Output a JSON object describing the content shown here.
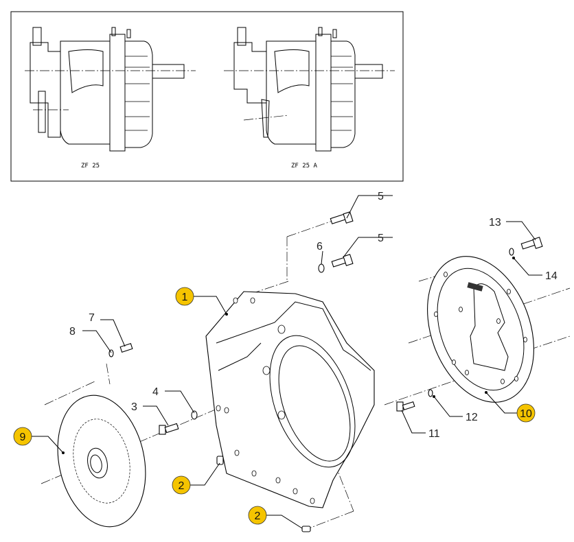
{
  "inset": {
    "variants": [
      {
        "label": "ZF 25"
      },
      {
        "label": "ZF 25 A"
      }
    ]
  },
  "callouts": {
    "c1": {
      "label": "1",
      "highlight": true
    },
    "c2a": {
      "label": "2",
      "highlight": true
    },
    "c2b": {
      "label": "2",
      "highlight": true
    },
    "c3": {
      "label": "3",
      "highlight": false
    },
    "c4": {
      "label": "4",
      "highlight": false
    },
    "c5a": {
      "label": "5",
      "highlight": false
    },
    "c5b": {
      "label": "5",
      "highlight": false
    },
    "c6": {
      "label": "6",
      "highlight": false
    },
    "c7": {
      "label": "7",
      "highlight": false
    },
    "c8": {
      "label": "8",
      "highlight": false
    },
    "c9": {
      "label": "9",
      "highlight": true
    },
    "c10": {
      "label": "10",
      "highlight": true
    },
    "c11": {
      "label": "11",
      "highlight": false
    },
    "c12": {
      "label": "12",
      "highlight": false
    },
    "c13": {
      "label": "13",
      "highlight": false
    },
    "c14": {
      "label": "14",
      "highlight": false
    }
  },
  "colors": {
    "highlight": "#F5C400",
    "line": "#000000"
  }
}
